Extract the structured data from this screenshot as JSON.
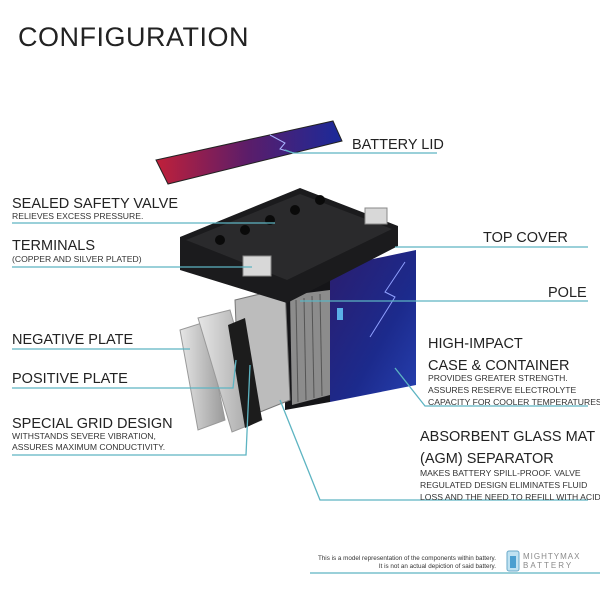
{
  "title": "CONFIGURATION",
  "labels": {
    "battery_lid": {
      "heading": "BATTERY LID"
    },
    "sealed_safety_valve": {
      "heading": "SEALED SAFETY VALVE",
      "sub": [
        "RELIEVES EXCESS PRESSURE."
      ]
    },
    "terminals": {
      "heading": "TERMINALS",
      "sub": [
        "(COPPER AND SILVER PLATED)"
      ]
    },
    "top_cover": {
      "heading": "TOP COVER"
    },
    "pole": {
      "heading": "POLE"
    },
    "negative_plate": {
      "heading": "NEGATIVE PLATE"
    },
    "positive_plate": {
      "heading": "POSITIVE PLATE"
    },
    "special_grid_design": {
      "heading": "SPECIAL GRID DESIGN",
      "sub": [
        "WITHSTANDS SEVERE VIBRATION,",
        "ASSURES MAXIMUM CONDUCTIVITY."
      ]
    },
    "high_impact_case": {
      "heading": [
        "HIGH-IMPACT",
        "CASE & CONTAINER"
      ],
      "sub": [
        "PROVIDES GREATER STRENGTH.",
        "ASSURES RESERVE ELECTROLYTE",
        "CAPACITY FOR COOLER TEMPERATURES."
      ]
    },
    "agm_separator": {
      "heading": [
        "ABSORBENT GLASS MAT",
        "(AGM) SEPARATOR"
      ],
      "sub": [
        "MAKES BATTERY SPILL-PROOF. VALVE",
        "REGULATED DESIGN ELIMINATES FLUID",
        "LOSS AND THE NEED TO REFILL WITH ACID."
      ]
    }
  },
  "footer": {
    "disclaimer": [
      "This is a model representation of the components within battery.",
      "It is not an actual depiction of said battery."
    ],
    "logo": [
      "MIGHTYMAX",
      "BATTERY"
    ]
  },
  "colors": {
    "leader_line": "#5db4c2",
    "lid_red": "#c0203a",
    "lid_blue": "#1a2a9a",
    "case_blue": "#1c2a8c",
    "cover_black": "#1b1b1d"
  }
}
